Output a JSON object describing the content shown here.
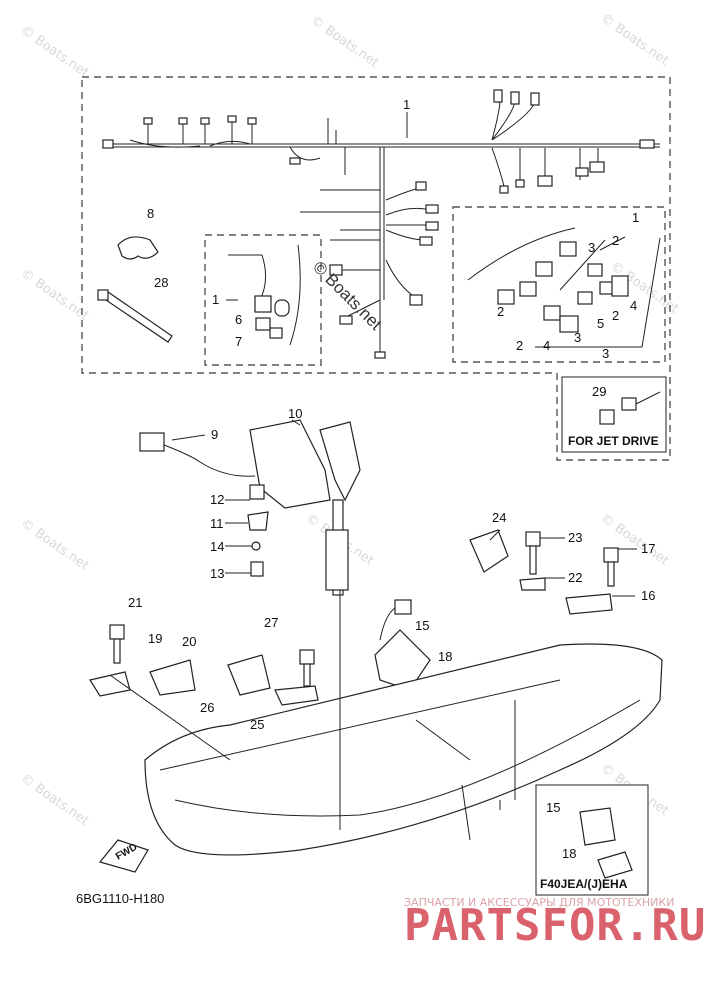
{
  "diagram": {
    "code": "6BG1110-H180",
    "watermark": "© Boats.net",
    "center_watermark": "© Boats.net",
    "inset_jet": {
      "caption": "FOR JET DRIVE",
      "part": "29"
    },
    "inset_f40": {
      "caption": "F40JEA/(J)EHA",
      "parts": [
        "15",
        "18"
      ]
    },
    "fwd_label": "FWD",
    "brand_sub": "ЗАПЧАСТИ И АКСЕССУАРЫ ДЛЯ МОТОТЕХНИКИ",
    "brand": "PARTSFOR.RU"
  },
  "callouts": {
    "c1_top": "1",
    "c1_left": "1",
    "c1_right": "1",
    "c2a": "2",
    "c2b": "2",
    "c2c": "2",
    "c2d": "2",
    "c3a": "3",
    "c3b": "3",
    "c3c": "3",
    "c4a": "4",
    "c4b": "4",
    "c5": "5",
    "c6": "6",
    "c7": "7",
    "c8": "8",
    "c9": "9",
    "c10": "10",
    "c11": "11",
    "c12": "12",
    "c13": "13",
    "c14": "14",
    "c15": "15",
    "c16": "16",
    "c17": "17",
    "c18": "18",
    "c19": "19",
    "c20": "20",
    "c21": "21",
    "c22": "22",
    "c23": "23",
    "c24": "24",
    "c25": "25",
    "c26": "26",
    "c27": "27",
    "c28": "28"
  }
}
